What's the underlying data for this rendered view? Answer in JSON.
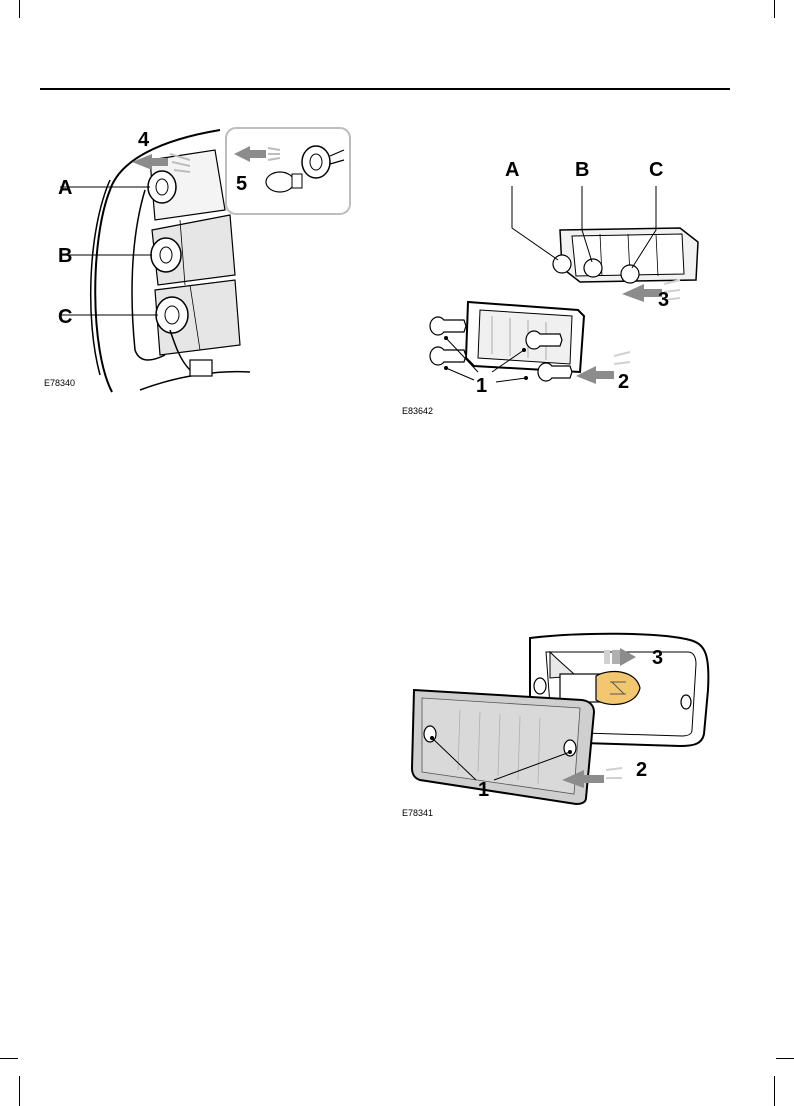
{
  "figures": {
    "tail_lamp": {
      "code": "E78340",
      "callouts": {
        "a": "A",
        "b": "B",
        "c": "C",
        "step4": "4",
        "step5": "5"
      }
    },
    "marker_lamp": {
      "code": "E83642",
      "callouts": {
        "a": "A",
        "b": "B",
        "c": "C",
        "screws": "1",
        "lens": "2",
        "housing": "3"
      }
    },
    "reflector_lamp": {
      "code": "E78341",
      "callouts": {
        "screws": "1",
        "lens": "2",
        "bulb": "3"
      }
    }
  },
  "colors": {
    "ink": "#000000",
    "arrow_grey": "#8c8c8c",
    "light_grey": "#d9d9d9",
    "lens_grey": "#cfcfcf",
    "amber": "#f2c770"
  }
}
